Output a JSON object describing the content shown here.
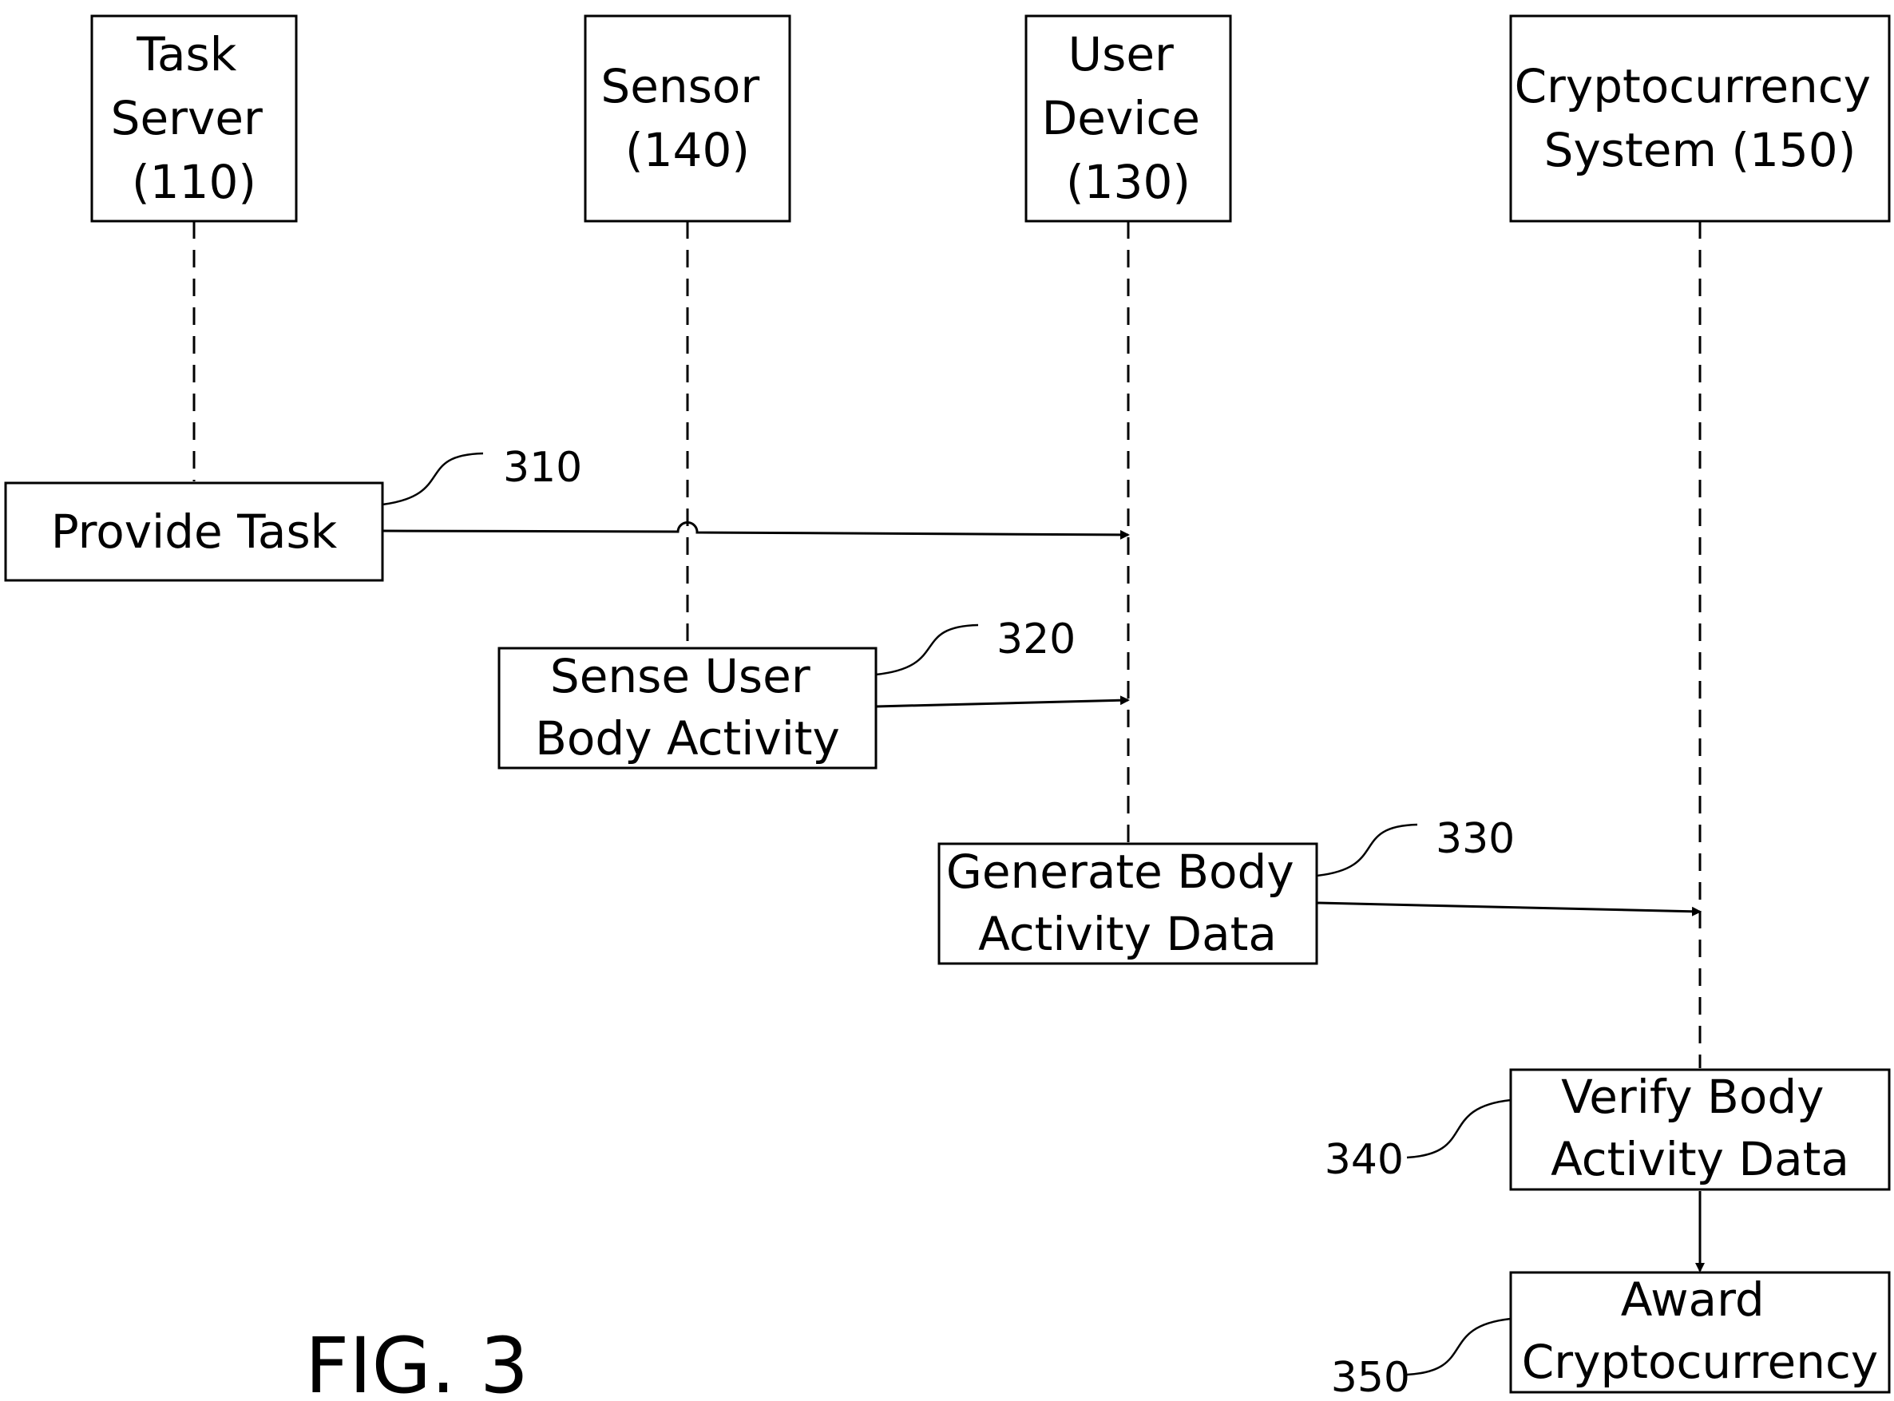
{
  "participants": [
    {
      "id": "task-server",
      "label_lines": [
        "Task",
        "Server",
        "(110)"
      ]
    },
    {
      "id": "sensor",
      "label_lines": [
        "Sensor",
        "(140)"
      ]
    },
    {
      "id": "user-device",
      "label_lines": [
        "User",
        "Device",
        "(130)"
      ]
    },
    {
      "id": "crypto-system",
      "label_lines": [
        "Cryptocurrency",
        "System (150)"
      ]
    }
  ],
  "steps": [
    {
      "id": "provide-task",
      "label_lines": [
        "Provide Task"
      ],
      "ref": "310"
    },
    {
      "id": "sense-activity",
      "label_lines": [
        "Sense User",
        "Body Activity"
      ],
      "ref": "320"
    },
    {
      "id": "generate-data",
      "label_lines": [
        "Generate Body",
        "Activity Data"
      ],
      "ref": "330"
    },
    {
      "id": "verify-data",
      "label_lines": [
        "Verify Body",
        "Activity Data"
      ],
      "ref": "340"
    },
    {
      "id": "award-crypto",
      "label_lines": [
        "Award",
        "Cryptocurrency"
      ],
      "ref": "350"
    }
  ],
  "figure_label": "FIG. 3"
}
